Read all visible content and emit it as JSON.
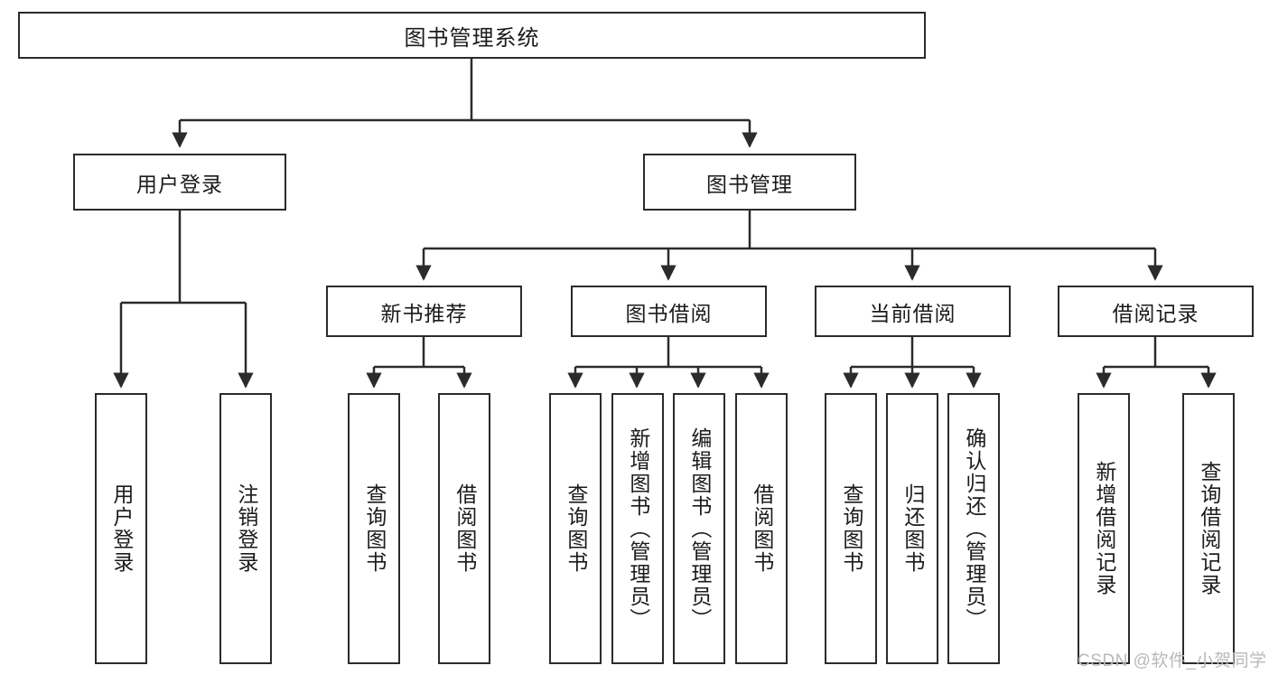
{
  "diagram": {
    "title": "图书管理系统",
    "type": "tree",
    "watermark": "CSDN @软件_小贺同学",
    "colors": {
      "stroke": "#2b2b2b",
      "fill": "#ffffff",
      "text": "#1b1b1b",
      "watermark": "#b9b9b9"
    },
    "nodes": {
      "root": {
        "label": "图书管理系统",
        "level": 1,
        "orientation": "horizontal"
      },
      "l2": [
        {
          "id": "user-login",
          "label": "用户登录",
          "level": 2,
          "orientation": "horizontal"
        },
        {
          "id": "book-manage",
          "label": "图书管理",
          "level": 2,
          "orientation": "horizontal"
        }
      ],
      "l3": [
        {
          "id": "new-book-rec",
          "label": "新书推荐",
          "level": 3,
          "orientation": "horizontal",
          "parent": "book-manage"
        },
        {
          "id": "book-borrow",
          "label": "图书借阅",
          "level": 3,
          "orientation": "horizontal",
          "parent": "book-manage"
        },
        {
          "id": "current-borrow",
          "label": "当前借阅",
          "level": 3,
          "orientation": "horizontal",
          "parent": "book-manage"
        },
        {
          "id": "borrow-record",
          "label": "借阅记录",
          "level": 3,
          "orientation": "horizontal",
          "parent": "book-manage"
        }
      ],
      "leaves": [
        {
          "id": "leaf-user-login",
          "label": "用户登录",
          "parent": "user-login",
          "orientation": "vertical"
        },
        {
          "id": "leaf-logout",
          "label": "注销登录",
          "parent": "user-login",
          "orientation": "vertical"
        },
        {
          "id": "leaf-query-book-1",
          "label": "查询图书",
          "parent": "new-book-rec",
          "orientation": "vertical"
        },
        {
          "id": "leaf-borrow-book-1",
          "label": "借阅图书",
          "parent": "new-book-rec",
          "orientation": "vertical"
        },
        {
          "id": "leaf-query-book-2",
          "label": "查询图书",
          "parent": "book-borrow",
          "orientation": "vertical"
        },
        {
          "id": "leaf-add-book",
          "label": "新增图书（管理员）",
          "parent": "book-borrow",
          "orientation": "vertical"
        },
        {
          "id": "leaf-edit-book",
          "label": "编辑图书（管理员）",
          "parent": "book-borrow",
          "orientation": "vertical"
        },
        {
          "id": "leaf-borrow-book-2",
          "label": "借阅图书",
          "parent": "book-borrow",
          "orientation": "vertical"
        },
        {
          "id": "leaf-query-book-3",
          "label": "查询图书",
          "parent": "current-borrow",
          "orientation": "vertical"
        },
        {
          "id": "leaf-return-book",
          "label": "归还图书",
          "parent": "current-borrow",
          "orientation": "vertical"
        },
        {
          "id": "leaf-confirm-return",
          "label": "确认归还（管理员）",
          "parent": "current-borrow",
          "orientation": "vertical"
        },
        {
          "id": "leaf-add-record",
          "label": "新增借阅记录",
          "parent": "borrow-record",
          "orientation": "vertical"
        },
        {
          "id": "leaf-query-record",
          "label": "查询借阅记录",
          "parent": "borrow-record",
          "orientation": "vertical"
        }
      ]
    }
  }
}
